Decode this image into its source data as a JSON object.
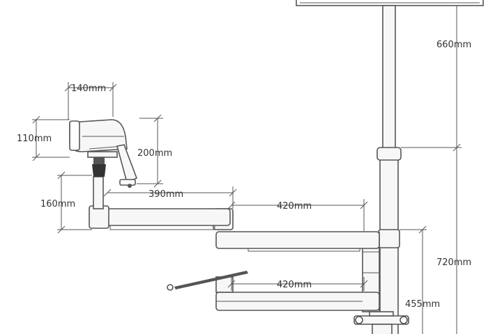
{
  "colors": {
    "line": "#555555",
    "tube_fill": "#f7f7f7",
    "dark_part": "#333333",
    "text": "#333333"
  },
  "dimensions": {
    "camera_width": "140mm",
    "camera_height": "110mm",
    "camera_mount_height": "200mm",
    "post_height": "160mm",
    "arm_upper_length": "390mm",
    "arm_middle_length": "420mm",
    "arm_lower_length": "420mm",
    "pole_upper_length": "660mm",
    "pole_lower_length": "720mm",
    "clamp_height": "455mm"
  },
  "icons": {
    "camera": "camera-icon",
    "monitor": "monitor-icon",
    "clamp": "clamp-icon"
  }
}
